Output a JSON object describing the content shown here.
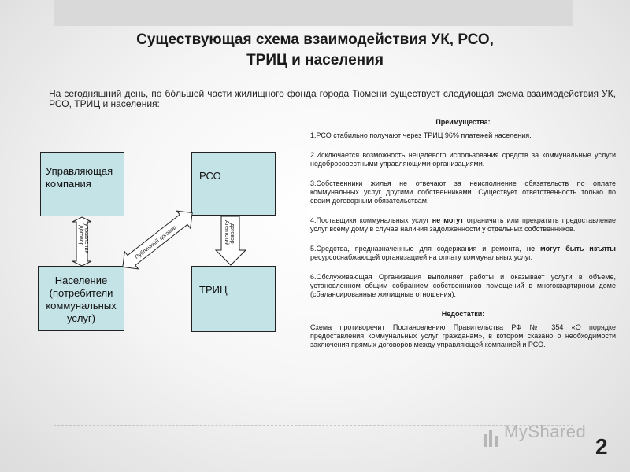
{
  "slide": {
    "title_line1": "Существующая схема взаимодействия УК, РСО,",
    "title_line2": "ТРИЦ и населения",
    "intro": "На сегодняшний день, по бо́льшей части жилищного фонда города Тюмени существует следующая схема взаимодействия УК, РСО, ТРИЦ и населения:",
    "slide_number": "2"
  },
  "diagram": {
    "boxes": {
      "uk": "Управляющая компания",
      "rso": "РСО",
      "population": "Население (потребители коммунальных услуг)",
      "tric": "ТРИЦ"
    },
    "arrows": {
      "management_contract_line1": "Договор",
      "management_contract_line2": "управления",
      "public_contract": "Публичный договор",
      "agency_contract_line1": "Агентский",
      "agency_contract_line2": "договор"
    },
    "colors": {
      "box_fill": "#c4e3e7",
      "arrow_fill": "#ffffff"
    }
  },
  "advantages": {
    "heading": "Преимущества:",
    "items": [
      "1.РСО стабильно получают через ТРИЦ 96% платежей населения.",
      "2.Исключается возможность нецелевого использования средств за коммунальные услуги недобросовестными управляющими организациями.",
      "3.Собственники жилья не отвечают за неисполнение обязательств по оплате коммунальных услуг другими собственниками. Существует ответственность только по своим договорным обязательствам."
    ],
    "item4_before": "4.Поставщики коммунальных услуг ",
    "item4_bold": "не могут",
    "item4_after": " ограничить или прекратить предоставление услуг всему дому в случае наличия задолженности у отдельных собственников.",
    "item5_before": "5.Средства, предназначенные для содержания и ремонта, ",
    "item5_bold": "не могут быть изъяты",
    "item5_after": " ресурсоснабжающей организацией на оплату коммунальных услуг.",
    "item6": "6.Обслуживающая Организация выполняет работы и оказывает услуги в объеме, установленном общим собранием собственников помещений в многоквартирном доме (сбалансированные жилищные отношения)."
  },
  "disadvantages": {
    "heading": "Недостатки:",
    "text": "Схема противоречит Постановлению Правительства РФ № 354 «О порядке предоставления коммунальных услуг гражданам», в котором сказано о необходимости заключения прямых договоров между управляющей компанией и РСО."
  },
  "watermark": {
    "text": "MyShared"
  }
}
